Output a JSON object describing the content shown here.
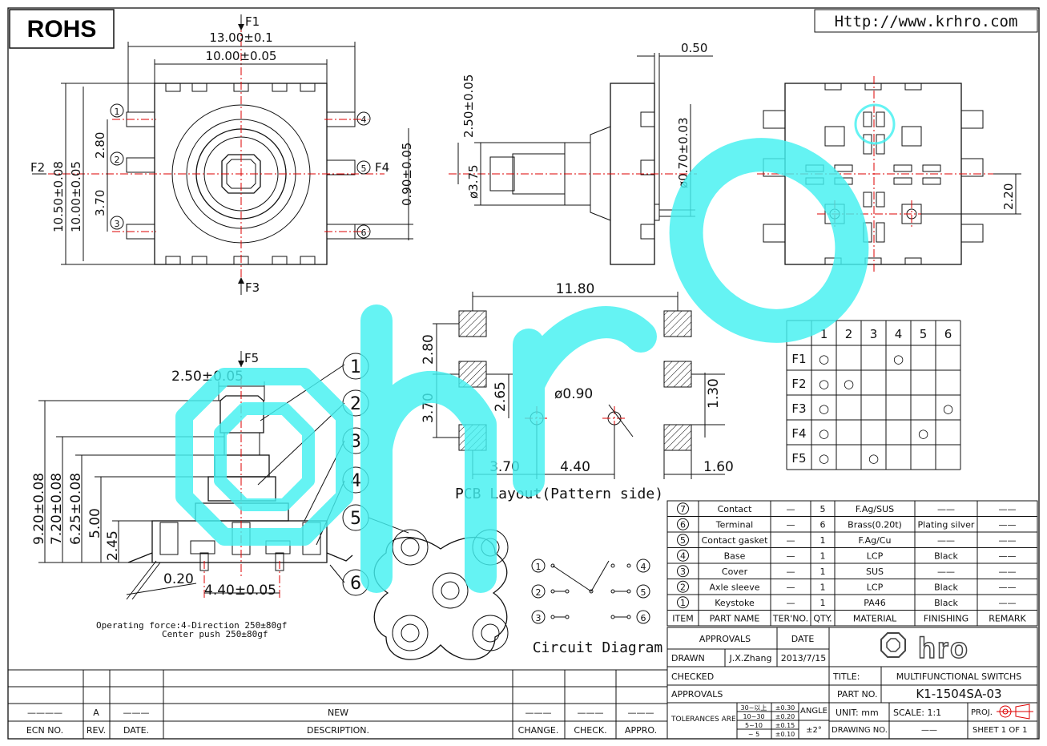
{
  "rohs": "ROHS",
  "url": "Http://www.krhro.com",
  "watermark": "hro",
  "top_view": {
    "dims": [
      "13.00±0.1",
      "10.00±0.05",
      "10.50±0.08",
      "10.00±0.05",
      "2.80",
      "3.70",
      "0.90±0.05"
    ],
    "force": [
      "F1",
      "F2",
      "F3",
      "F4"
    ],
    "pins": [
      "1",
      "2",
      "3",
      "4",
      "5",
      "6"
    ]
  },
  "side_view": {
    "dims": [
      "0.50",
      "2.50±0.05",
      "ø3.75",
      "ø0.70±0.03"
    ]
  },
  "bottom_view": {
    "dims": [
      "2.20"
    ]
  },
  "truth_table": {
    "cols": [
      "1",
      "2",
      "3",
      "4",
      "5",
      "6"
    ],
    "rows": [
      {
        "label": "F1",
        "marks": [
          1,
          0,
          0,
          1,
          0,
          0
        ]
      },
      {
        "label": "F2",
        "marks": [
          1,
          1,
          0,
          0,
          0,
          0
        ]
      },
      {
        "label": "F3",
        "marks": [
          1,
          0,
          0,
          0,
          0,
          1
        ]
      },
      {
        "label": "F4",
        "marks": [
          1,
          0,
          0,
          0,
          1,
          0
        ]
      },
      {
        "label": "F5",
        "marks": [
          1,
          0,
          1,
          0,
          0,
          0
        ]
      }
    ],
    "mark": "○"
  },
  "pcb": {
    "title": "PCB Layout(Pattern side)",
    "dims": [
      "11.80",
      "2.80",
      "3.70",
      "2.65",
      "ø0.90",
      "1.30",
      "3.70",
      "4.40",
      "1.60"
    ]
  },
  "front_view": {
    "force": "F5",
    "dims": [
      "2.50±0.05",
      "9.20±0.08",
      "7.20±0.08",
      "6.25±0.08",
      "5.00",
      "2.45",
      "0.20",
      "4.40±0.05"
    ],
    "callouts": [
      "1",
      "2",
      "3",
      "4",
      "5",
      "6"
    ],
    "notes": [
      "Operating force:4-Direction 250±80gf",
      "Center push 250±80gf"
    ]
  },
  "circuit": {
    "title": "Circuit Diagram",
    "pins": [
      "1",
      "2",
      "3",
      "4",
      "5",
      "6"
    ]
  },
  "bom": {
    "rows": [
      {
        "item": "7",
        "name": "Contact",
        "ter": "—",
        "qty": "5",
        "material": "F.Ag/SUS",
        "finishing": "——",
        "remark": "——"
      },
      {
        "item": "6",
        "name": "Terminal",
        "ter": "—",
        "qty": "6",
        "material": "Brass(0.20t)",
        "finishing": "Plating silver",
        "remark": "——"
      },
      {
        "item": "5",
        "name": "Contact gasket",
        "ter": "—",
        "qty": "1",
        "material": "F.Ag/Cu",
        "finishing": "——",
        "remark": "——"
      },
      {
        "item": "4",
        "name": "Base",
        "ter": "—",
        "qty": "1",
        "material": "LCP",
        "finishing": "Black",
        "remark": "——"
      },
      {
        "item": "3",
        "name": "Cover",
        "ter": "—",
        "qty": "1",
        "material": "SUS",
        "finishing": "——",
        "remark": "——"
      },
      {
        "item": "2",
        "name": "Axle sleeve",
        "ter": "—",
        "qty": "1",
        "material": "LCP",
        "finishing": "Black",
        "remark": "——"
      },
      {
        "item": "1",
        "name": "Keystoke",
        "ter": "—",
        "qty": "1",
        "material": "PA46",
        "finishing": "Black",
        "remark": "——"
      }
    ],
    "header": {
      "item": "ITEM",
      "name": "PART NAME",
      "ter": "TER'NO.",
      "qty": "QTY.",
      "material": "MATERIAL",
      "finishing": "FINISHING",
      "remark": "REMARK"
    }
  },
  "title_block": {
    "approvals": "APPROVALS",
    "date": "DATE",
    "drawn": "DRAWN",
    "drawn_by": "J.X.Zhang",
    "drawn_date": "2013/7/15",
    "checked": "CHECKED",
    "approvals2": "APPROVALS",
    "title_label": "TITLE:",
    "title": "MULTIFUNCTIONAL SWITCHS",
    "part_label": "PART NO.",
    "part_no": "K1-1504SA-03",
    "tolerances": "TOLERANCES ARE",
    "tol_ranges": [
      "30~以上",
      "10~30",
      "5~10",
      "~ 5"
    ],
    "tol_values": [
      "±0.30",
      "±0.20",
      "±0.15",
      "±0.10"
    ],
    "angle": "ANGLE",
    "angle_val": "±2°",
    "unit": "UNIT: mm",
    "scale": "SCALE: 1:1",
    "proj": "PROJ.",
    "drawing_no": "DRAWING NO.",
    "drawing_no_val": "——",
    "sheet": "SHEET  1 OF 1",
    "brand": "hro"
  },
  "revision_block": {
    "ecn": "ECN NO.",
    "rev": "REV.",
    "date": "DATE.",
    "desc": "DESCRIPTION.",
    "change": "CHANGE.",
    "check": "CHECK.",
    "appro": "APPRO.",
    "row": {
      "ecn": "————",
      "rev": "A",
      "date": "———",
      "desc": "NEW",
      "change": "———",
      "check": "———",
      "appro": "———"
    }
  }
}
